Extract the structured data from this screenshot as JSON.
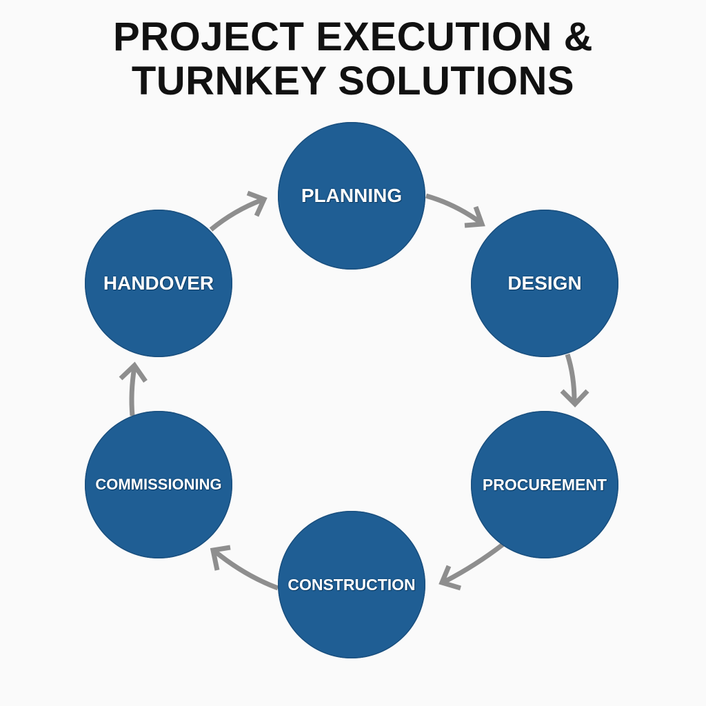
{
  "title": {
    "line1": "PROJECT EXECUTION &",
    "line2": "TURNKEY SOLUTIONS"
  },
  "colors": {
    "background": "#fafafa",
    "node_fill": "#1f5e94",
    "node_text": "#ffffff",
    "arrow": "#8e8e8e",
    "title_text": "#111111"
  },
  "cycle": {
    "steps": [
      {
        "id": "planning",
        "label": "PLANNING"
      },
      {
        "id": "design",
        "label": "DESIGN"
      },
      {
        "id": "procurement",
        "label": "PROCUREMENT"
      },
      {
        "id": "construction",
        "label": "CONSTRUCTION"
      },
      {
        "id": "commissioning",
        "label": "COMMISSIONING"
      },
      {
        "id": "handover",
        "label": "HANDOVER"
      }
    ],
    "flow": [
      {
        "from": "PLANNING",
        "to": "DESIGN"
      },
      {
        "from": "DESIGN",
        "to": "PROCUREMENT"
      },
      {
        "from": "PROCUREMENT",
        "to": "CONSTRUCTION"
      },
      {
        "from": "CONSTRUCTION",
        "to": "COMMISSIONING"
      },
      {
        "from": "COMMISSIONING",
        "to": "HANDOVER"
      },
      {
        "from": "HANDOVER",
        "to": "PLANNING"
      }
    ]
  }
}
